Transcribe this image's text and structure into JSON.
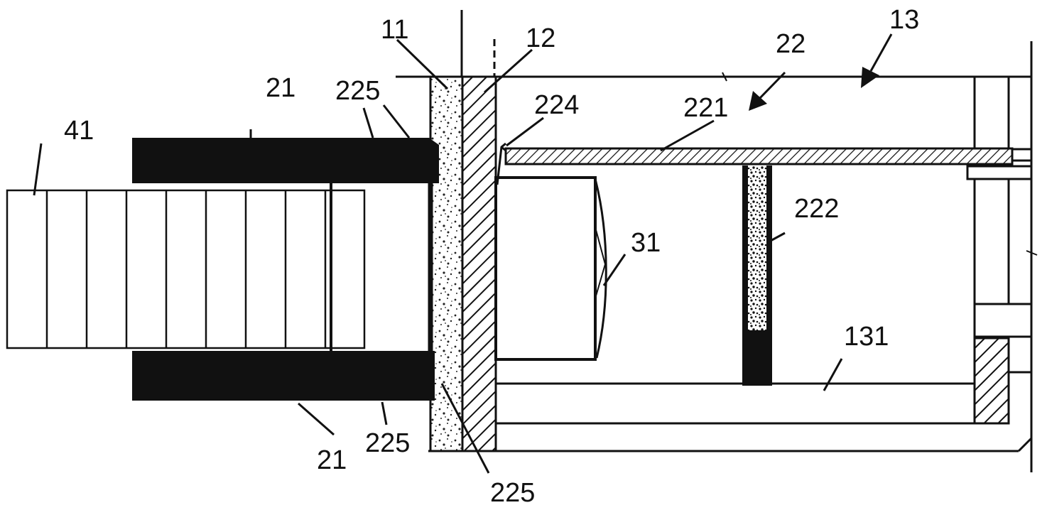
{
  "figure": {
    "labels": {
      "l11": "11",
      "l12": "12",
      "l13": "13",
      "l21_top": "21",
      "l21_bottom": "21",
      "l22": "22",
      "l221": "221",
      "l222": "222",
      "l224": "224",
      "l225_top": "225",
      "l225_bottom": "225",
      "l225_base": "225",
      "l31": "31",
      "l41": "41",
      "l131": "131"
    }
  }
}
